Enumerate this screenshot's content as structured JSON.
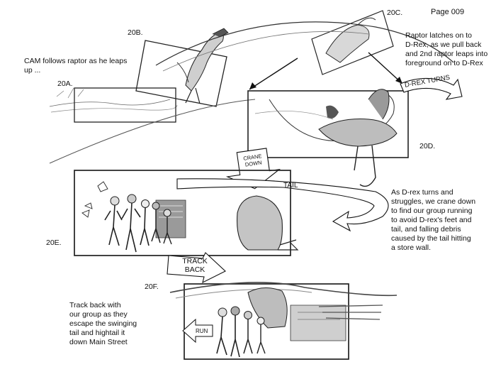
{
  "page": {
    "number_label": "Page 009"
  },
  "frames": {
    "f20a": {
      "label": "20A."
    },
    "f20b": {
      "label": "20B."
    },
    "f20c": {
      "label": "20C."
    },
    "f20d": {
      "label": "20D."
    },
    "f20e": {
      "label": "20E."
    },
    "f20f": {
      "label": "20F."
    }
  },
  "notes": {
    "cam_follows": [
      "CAM follows raptor as he leaps",
      "up ..."
    ],
    "raptor_latches": [
      "Raptor latches on to",
      "D-Rex, as we pull back",
      "and 2nd raptor leaps into",
      "foreground on to D-Rex"
    ],
    "d_rex_turns": [
      "As D-rex turns and",
      "struggles, we crane down",
      "to find our group running",
      "to avoid D-rex's feet and",
      "tail, and falling debris",
      "caused by the tail hitting",
      "a store wall."
    ],
    "track_back": [
      "Track back with",
      "our group as they",
      "escape the swinging",
      "tail and hightail it",
      "down Main Street"
    ]
  },
  "arrows": {
    "d_rex_turns": "D-REX TURNS",
    "crane_down_1": "CRANE",
    "crane_down_2": "DOWN",
    "tail": "TAIL",
    "track_back_1": "TRACK",
    "track_back_2": "BACK",
    "run": "RUN"
  }
}
